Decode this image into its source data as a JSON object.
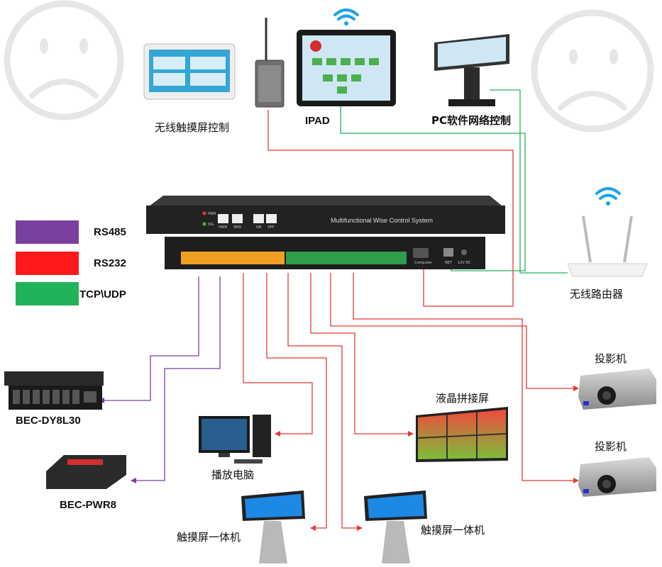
{
  "legend": [
    {
      "label": "RS485",
      "color": "#7b3fa0"
    },
    {
      "label": "RS232",
      "color": "#ff1a1a"
    },
    {
      "label": "TCP\\UDP",
      "color": "#22b35a"
    }
  ],
  "devices": {
    "wireless_touch": "无线触摸屏控制",
    "ipad": "IPAD",
    "pc_software": "PC软件网络控制",
    "router": "无线路由器",
    "projector1": "投影机",
    "projector2": "投影机",
    "lcd_wall": "液晶拼接屏",
    "play_pc": "播放电脑",
    "kiosk1": "触摸屏一体机",
    "kiosk2": "触摸屏一体机",
    "bec_dy8l30": "BEC-DY8L30",
    "bec_pwr8": "BEC-PWR8"
  },
  "controller": {
    "title": "Multifunctional Wise Control System",
    "pwr": "PWR",
    "sig": "SIG",
    "btn_hwr": "HWR",
    "btn_smd": "SMD",
    "btn_on": "ON",
    "btn_off": "OFF",
    "computer": "Computer",
    "net": "NET",
    "dc": "12V DC"
  },
  "colors": {
    "rs485": "#7b3fa0",
    "rs232": "#e53935",
    "tcp": "#22b35a",
    "sad_face": "#e4e4e4"
  }
}
